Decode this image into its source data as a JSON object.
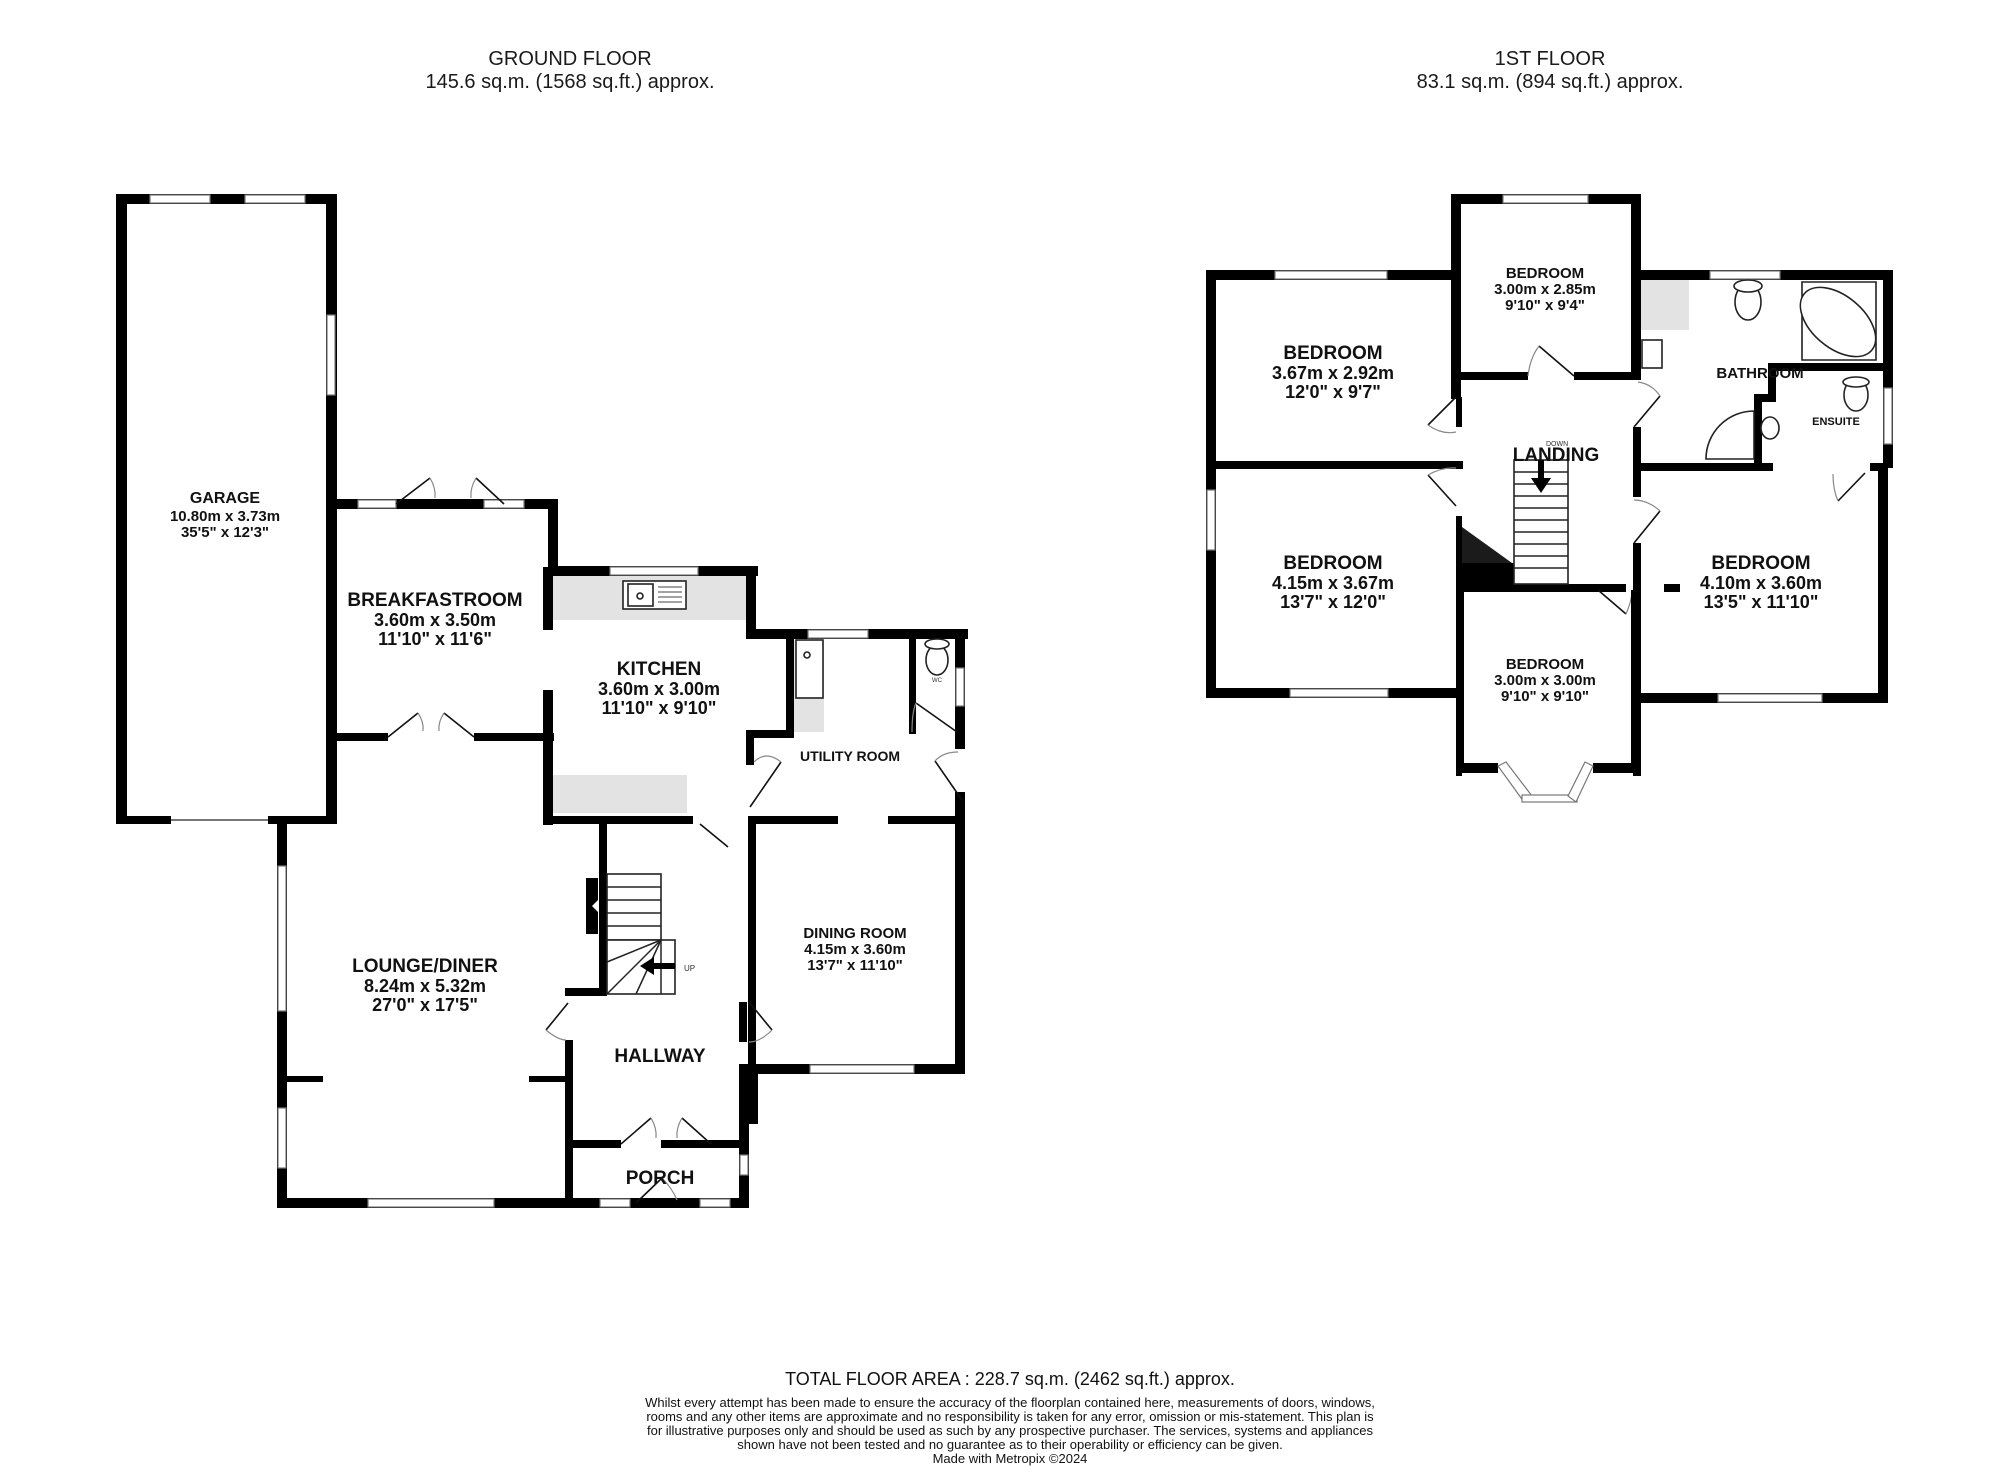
{
  "ground_floor": {
    "title": "GROUND FLOOR",
    "area": "145.6 sq.m. (1568 sq.ft.) approx.",
    "rooms": [
      {
        "name": "GARAGE",
        "metric": "10.80m  x 3.73m",
        "imperial": "35'5\"  x 12'3\""
      },
      {
        "name": "BREAKFASTROOM",
        "metric": "3.60m  x 3.50m",
        "imperial": "11'10\"  x 11'6\""
      },
      {
        "name": "KITCHEN",
        "metric": "3.60m  x 3.00m",
        "imperial": "11'10\"  x 9'10\""
      },
      {
        "name": "UTILITY ROOM"
      },
      {
        "name": "LOUNGE/DINER",
        "metric": "8.24m  x 5.32m",
        "imperial": "27'0\"  x 17'5\""
      },
      {
        "name": "DINING ROOM",
        "metric": "4.15m  x 3.60m",
        "imperial": "13'7\"  x 11'10\""
      },
      {
        "name": "HALLWAY"
      },
      {
        "name": "PORCH"
      }
    ],
    "annotations": {
      "stairs": "UP",
      "wc": "WC"
    }
  },
  "first_floor": {
    "title": "1ST FLOOR",
    "area": "83.1 sq.m. (894 sq.ft.) approx.",
    "rooms": [
      {
        "name": "BEDROOM",
        "metric": "3.67m  x 2.92m",
        "imperial": "12'0\"  x 9'7\""
      },
      {
        "name": "BEDROOM",
        "metric": "3.00m  x 2.85m",
        "imperial": "9'10\"  x 9'4\""
      },
      {
        "name": "BATHROOM"
      },
      {
        "name": "ENSUITE"
      },
      {
        "name": "LANDING"
      },
      {
        "name": "BEDROOM",
        "metric": "4.15m  x 3.67m",
        "imperial": "13'7\"  x 12'0\""
      },
      {
        "name": "BEDROOM",
        "metric": "4.10m  x 3.60m",
        "imperial": "13'5\"  x 11'10\""
      },
      {
        "name": "BEDROOM",
        "metric": "3.00m  x 3.00m",
        "imperial": "9'10\"  x 9'10\""
      }
    ],
    "annotations": {
      "stairs": "DOWN"
    }
  },
  "footer": {
    "total_area": "TOTAL FLOOR AREA : 228.7 sq.m. (2462 sq.ft.) approx.",
    "disclaimer": "Whilst every attempt has been made to ensure the accuracy of the floorplan contained here, measurements of doors, windows, rooms and any other items are approximate and no responsibility is taken for any error, omission or mis-statement. This plan is for illustrative purposes only and should be used as such by any prospective purchaser. The services, systems and appliances shown have not been tested and no guarantee as to their operability or efficiency can be given.",
    "made_with": "Made with Metropix ©2024"
  },
  "colors": {
    "wall": "#000000",
    "counter": "#e3e3e3",
    "background": "#ffffff"
  }
}
